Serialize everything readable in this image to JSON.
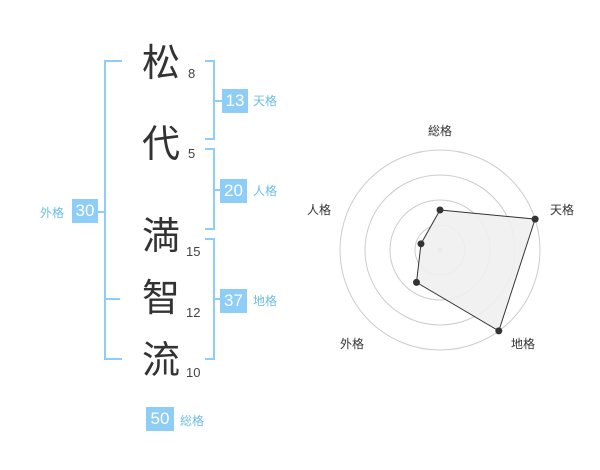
{
  "name": {
    "chars": [
      {
        "char": "松",
        "strokes": "8"
      },
      {
        "char": "代",
        "strokes": "5"
      },
      {
        "char": "満",
        "strokes": "15"
      },
      {
        "char": "智",
        "strokes": "12"
      },
      {
        "char": "流",
        "strokes": "10"
      }
    ]
  },
  "kaku": {
    "tenkaku": {
      "value": "13",
      "label": "天格"
    },
    "jinkaku": {
      "value": "20",
      "label": "人格"
    },
    "chikaku": {
      "value": "37",
      "label": "地格"
    },
    "gaikaku": {
      "value": "30",
      "label": "外格"
    },
    "soukaku": {
      "value": "50",
      "label": "総格"
    }
  },
  "chart_data": {
    "type": "radar",
    "axes": [
      "総格",
      "天格",
      "地格",
      "外格",
      "人格"
    ],
    "values": [
      2,
      5,
      5,
      2,
      1
    ],
    "rmax": 5,
    "rings": 4,
    "grid": true,
    "colors": {
      "fill": "#efefef",
      "line": "#333333",
      "ring": "#cccccc",
      "point": "#333333"
    }
  },
  "colors": {
    "accent": "#8ecdf5",
    "label": "#6cbce8"
  }
}
